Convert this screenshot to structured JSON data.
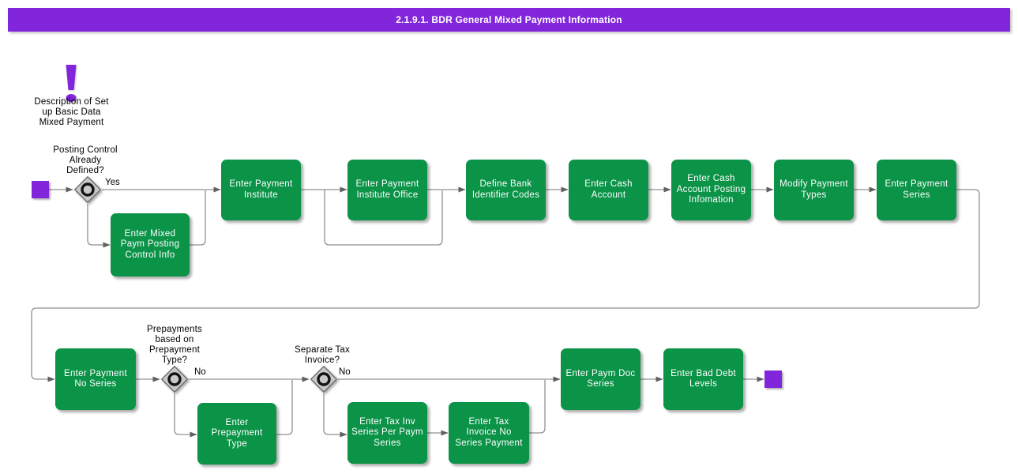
{
  "title": "2.1.9.1. BDR General Mixed Payment Information",
  "note": {
    "text": "Description of Set\nup Basic Data\nMixed Payment",
    "icon": "exclamation-icon"
  },
  "colors": {
    "accent_purple": "#8226DB",
    "activity_green": "#0B9348",
    "connector_gray": "#909090",
    "diamond_gray": "#C9C9C9"
  },
  "decisions": [
    {
      "label": "Posting Control\nAlready\nDefined?",
      "branch": "Yes"
    },
    {
      "label": "Prepayments\nbased on\nPrepayment\nType?",
      "branch": "No"
    },
    {
      "label": "Separate Tax\nInvoice?",
      "branch": "No"
    }
  ],
  "activities": [
    {
      "id": "enter-payment-institute",
      "label": "Enter Payment\nInstitute"
    },
    {
      "id": "enter-payment-institute-office",
      "label": "Enter Payment\nInstitute Office"
    },
    {
      "id": "define-bank-identifier-codes",
      "label": "Define Bank\nIdentifier Codes"
    },
    {
      "id": "enter-cash-account",
      "label": "Enter Cash\nAccount"
    },
    {
      "id": "enter-cash-account-posting-infomation",
      "label": "Enter Cash\nAccount Posting\nInfomation"
    },
    {
      "id": "modify-payment-types",
      "label": "Modify Payment\nTypes"
    },
    {
      "id": "enter-payment-series",
      "label": "Enter Payment\nSeries"
    },
    {
      "id": "enter-mixed-paym-posting-control-info",
      "label": "Enter Mixed\nPaym Posting\nControl Info"
    },
    {
      "id": "enter-payment-no-series",
      "label": "Enter Payment\nNo Series"
    },
    {
      "id": "enter-prepayment-type",
      "label": "Enter\nPrepayment\nType"
    },
    {
      "id": "enter-tax-inv-series-per-paym-series",
      "label": "Enter Tax Inv\nSeries Per Paym\nSeries"
    },
    {
      "id": "enter-tax-invoice-no-series-payment",
      "label": "Enter Tax\nInvoice No\nSeries Payment"
    },
    {
      "id": "enter-paym-doc-series",
      "label": "Enter Paym Doc\nSeries"
    },
    {
      "id": "enter-bad-debt-levels",
      "label": "Enter Bad Debt\nLevels"
    }
  ]
}
